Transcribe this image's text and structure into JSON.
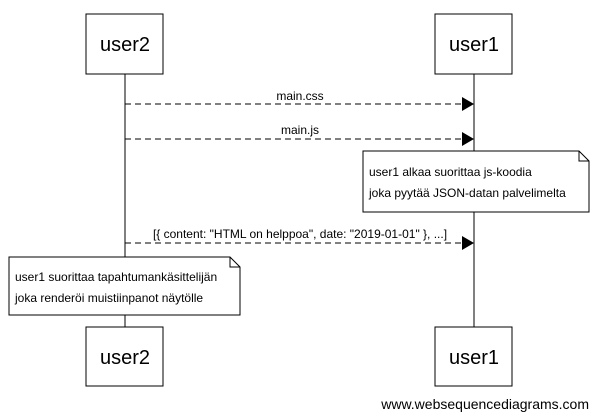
{
  "participants": {
    "left": {
      "name": "user2"
    },
    "right": {
      "name": "user1"
    }
  },
  "messages": [
    {
      "label": "main.css"
    },
    {
      "label": "main.js"
    },
    {
      "label": "[{ content: \"HTML on helppoa\", date: \"2019-01-01\" }, ...]"
    }
  ],
  "notes": [
    {
      "lines": [
        "user1 alkaa suorittaa js-koodia",
        "joka pyytää JSON-datan palvelimelta"
      ]
    },
    {
      "lines": [
        "user1 suorittaa tapahtumankäsittelijän",
        "joka renderöi muistiinpanot näytölle"
      ]
    }
  ],
  "footer": {
    "credit": "www.websequencediagrams.com"
  },
  "colors": {
    "line": "#000000",
    "background": "#ffffff"
  }
}
